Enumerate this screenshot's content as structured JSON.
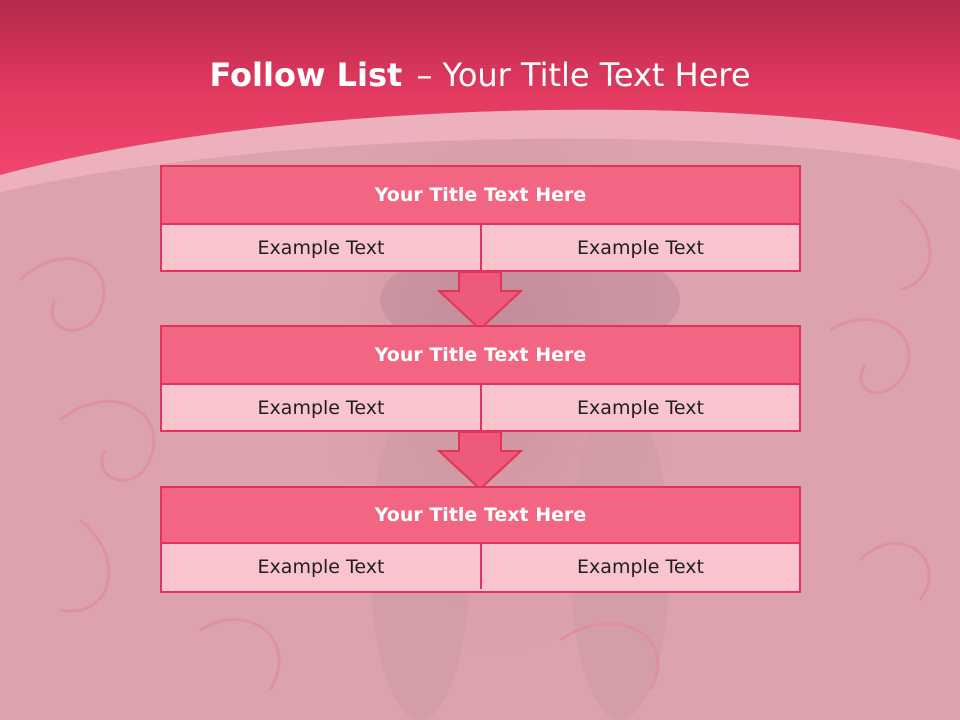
{
  "slide": {
    "title_bold": "Follow List",
    "title_rest": "– Your Title Text Here",
    "colors": {
      "header_band": "#e9385f",
      "block_header": "#f26683",
      "block_body": "#f9c4ce",
      "border": "#e5325a",
      "arrow": "#ee5a7a"
    }
  },
  "steps": [
    {
      "title": "Your Title Text Here",
      "left": "Example Text",
      "right": "Example Text"
    },
    {
      "title": "Your Title Text Here",
      "left": "Example Text",
      "right": "Example Text"
    },
    {
      "title": "Your Title Text Here",
      "left": "Example Text",
      "right": "Example Text"
    }
  ]
}
